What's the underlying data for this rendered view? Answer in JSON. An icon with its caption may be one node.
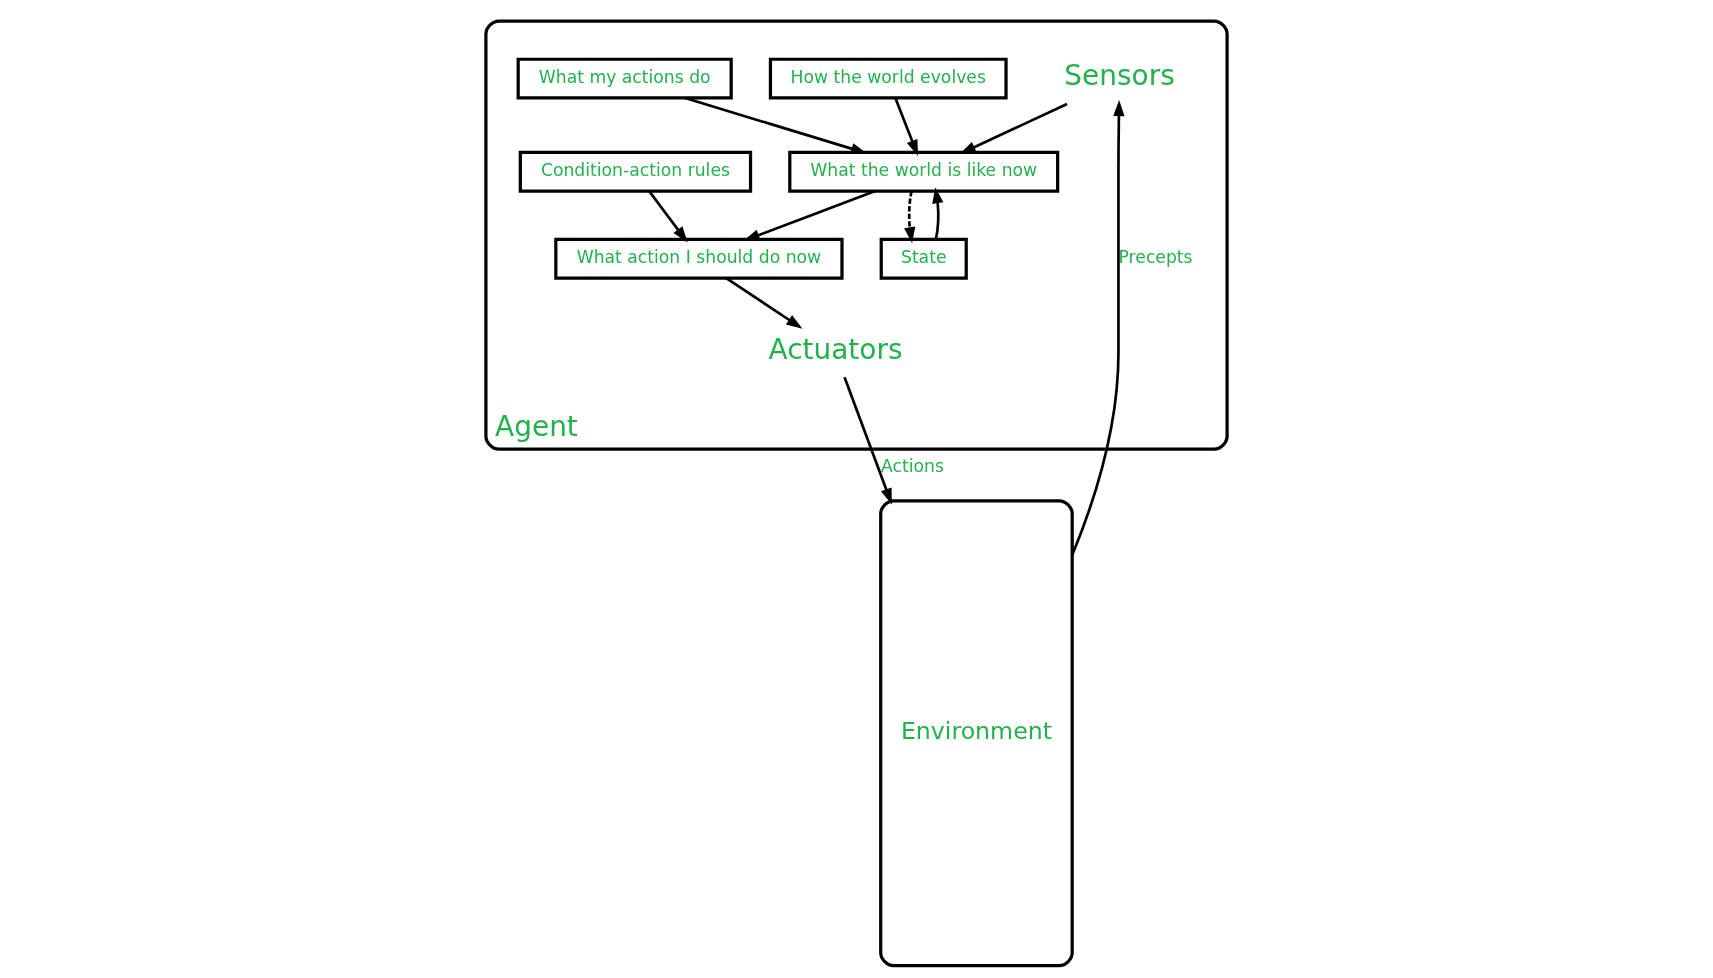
{
  "diagram": {
    "nodes": [
      {
        "text": [
          "Agent"
        ]
      },
      {
        "text": [
          "Environment"
        ]
      },
      {
        "text": [
          "Sensors"
        ],
        "in": 0
      },
      {
        "text": [
          "State"
        ],
        "in": 0
      },
      {
        "text": [
          "How the world evolves"
        ],
        "in": 0
      },
      {
        "text": [
          "What my actions do"
        ],
        "in": 0
      },
      {
        "text": [
          "What the world is like now"
        ],
        "in": 0
      },
      {
        "text": [
          "Condition-action rules"
        ],
        "in": 0
      },
      {
        "text": [
          "What action I should do now"
        ],
        "in": 0
      },
      {
        "text": [
          "Actuators"
        ],
        "in": 0
      }
    ],
    "edges": [
      {
        "from": 1,
        "to": 2,
        "arrow": "to",
        "label": "Precepts"
      },
      {
        "from": 2,
        "to": 6,
        "arrow": "to"
      },
      {
        "from": 3,
        "to": 6,
        "arrow": "to"
      },
      {
        "from": 4,
        "to": 6,
        "arrow": "to"
      },
      {
        "from": 5,
        "to": 6,
        "arrow": "to"
      },
      {
        "from": 6,
        "to": 3,
        "arrow": "to",
        "style": "dashed"
      },
      {
        "from": 6,
        "to": 8,
        "arrow": "to"
      },
      {
        "from": 7,
        "to": 8,
        "arrow": "to"
      },
      {
        "from": 8,
        "to": 9,
        "arrow": "to"
      },
      {
        "from": 9,
        "to": 1,
        "arrow": "to",
        "label": "Actions"
      }
    ]
  }
}
